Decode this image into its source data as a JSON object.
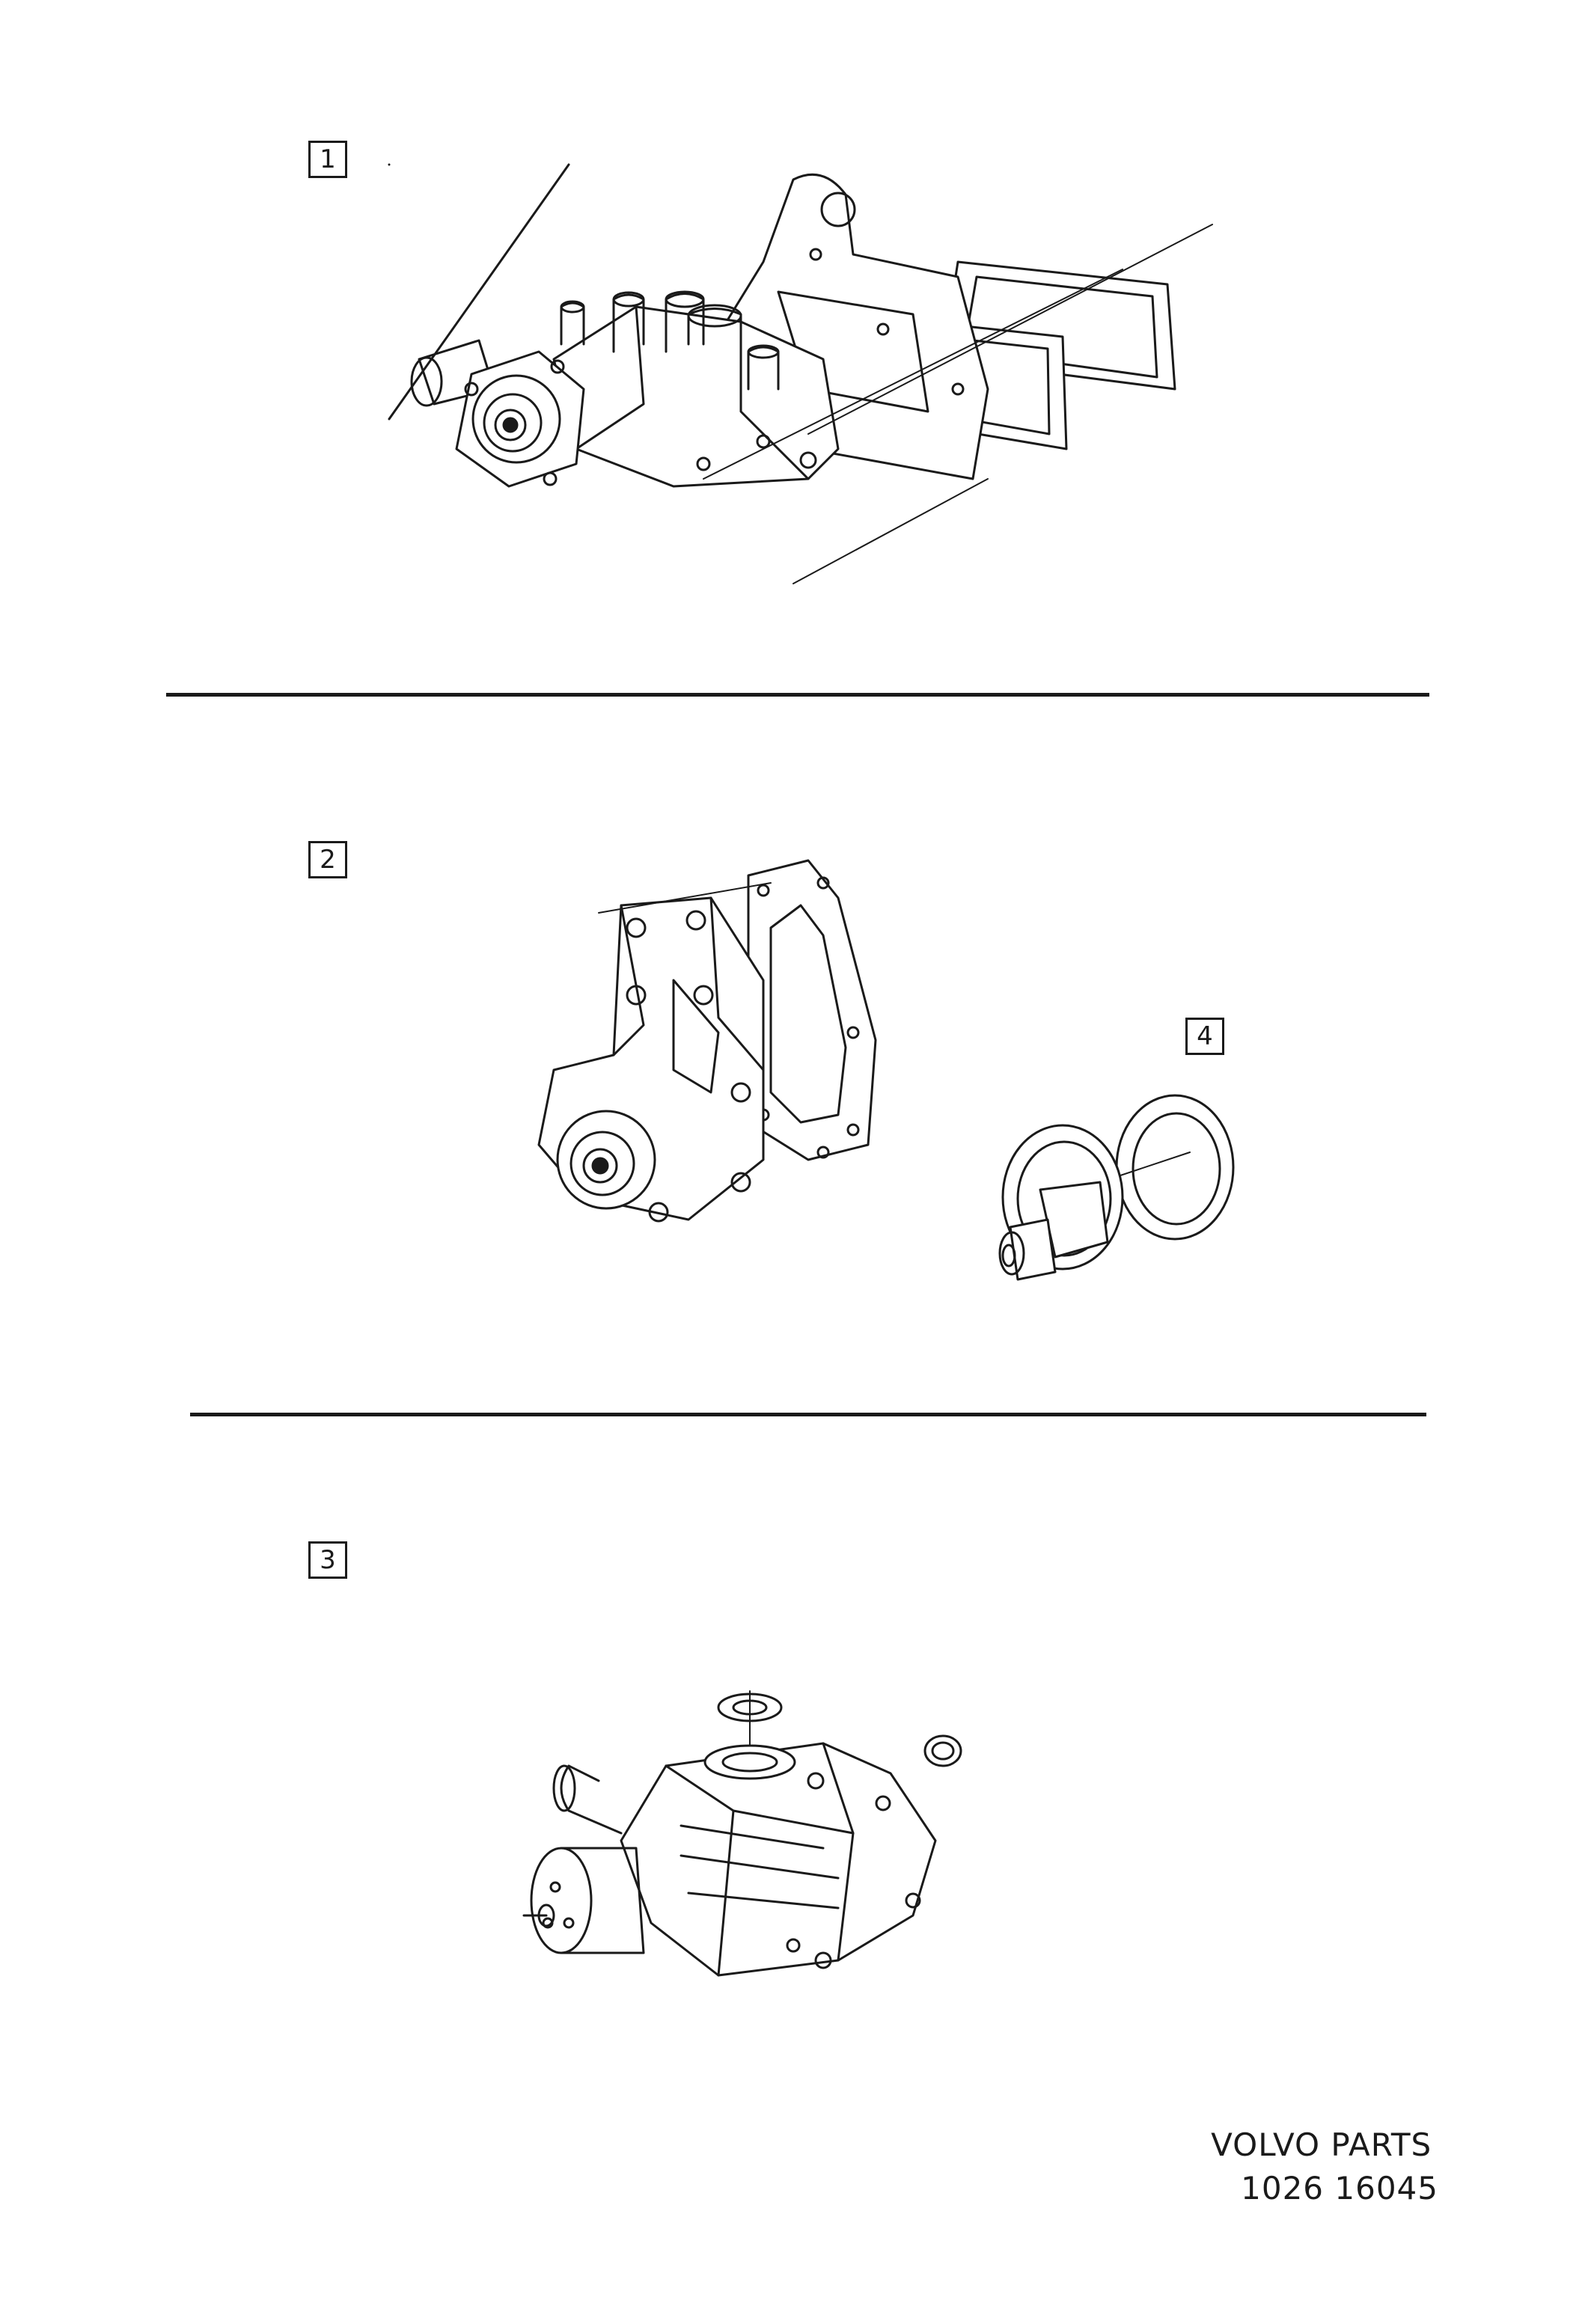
{
  "callouts": {
    "c1": "1",
    "c2": "2",
    "c3": "3",
    "c4": "4"
  },
  "footer": {
    "brand": "VOLVO PARTS",
    "code": "1026 16045"
  },
  "colors": {
    "ink": "#1a1a1a",
    "paper": "#ffffff"
  }
}
